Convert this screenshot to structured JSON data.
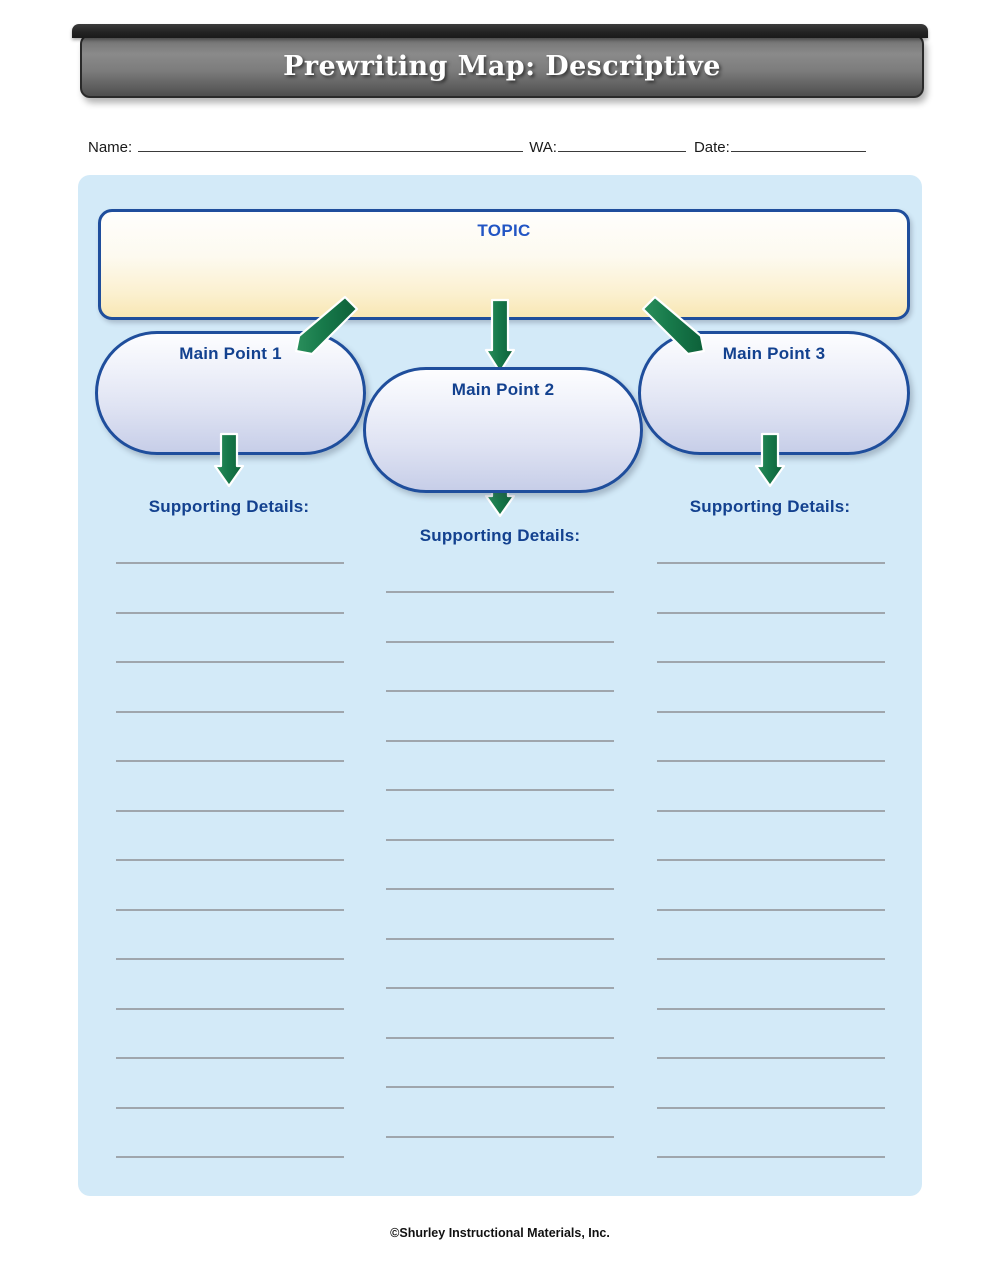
{
  "page": {
    "title": "Prewriting Map: Descriptive",
    "footer": "©Shurley Instructional Materials, Inc."
  },
  "identity_row": {
    "name_label": "Name:",
    "wa_label": "WA:",
    "date_label": "Date:",
    "name_value": "",
    "wa_value": "",
    "date_value": ""
  },
  "organizer": {
    "topic": {
      "label": "TOPIC",
      "value": ""
    },
    "main_points": [
      {
        "label": "Main Point 1",
        "value": ""
      },
      {
        "label": "Main Point 2",
        "value": ""
      },
      {
        "label": "Main Point 3",
        "value": ""
      }
    ],
    "supporting_details": [
      {
        "label": "Supporting Details:",
        "line_count": 13,
        "values": []
      },
      {
        "label": "Supporting Details:",
        "line_count": 12,
        "values": []
      },
      {
        "label": "Supporting Details:",
        "line_count": 13,
        "values": []
      }
    ],
    "arrows": [
      {
        "name": "arrow-topic-to-main-point-1",
        "direction": "diagonal-down-left"
      },
      {
        "name": "arrow-topic-to-main-point-2",
        "direction": "down"
      },
      {
        "name": "arrow-topic-to-main-point-3",
        "direction": "diagonal-down-right"
      },
      {
        "name": "arrow-main-point-1-to-details",
        "direction": "down"
      },
      {
        "name": "arrow-main-point-2-to-details",
        "direction": "down"
      },
      {
        "name": "arrow-main-point-3-to-details",
        "direction": "down"
      }
    ]
  },
  "colors": {
    "panel_background": "#d3eaf8",
    "border_blue": "#1f4e9c",
    "heading_blue": "#13418f",
    "topic_blue": "#2255c4",
    "arrow_green": "#1b7a4b",
    "line_gray": "#9aa0a6",
    "banner_dark": "#242424"
  }
}
